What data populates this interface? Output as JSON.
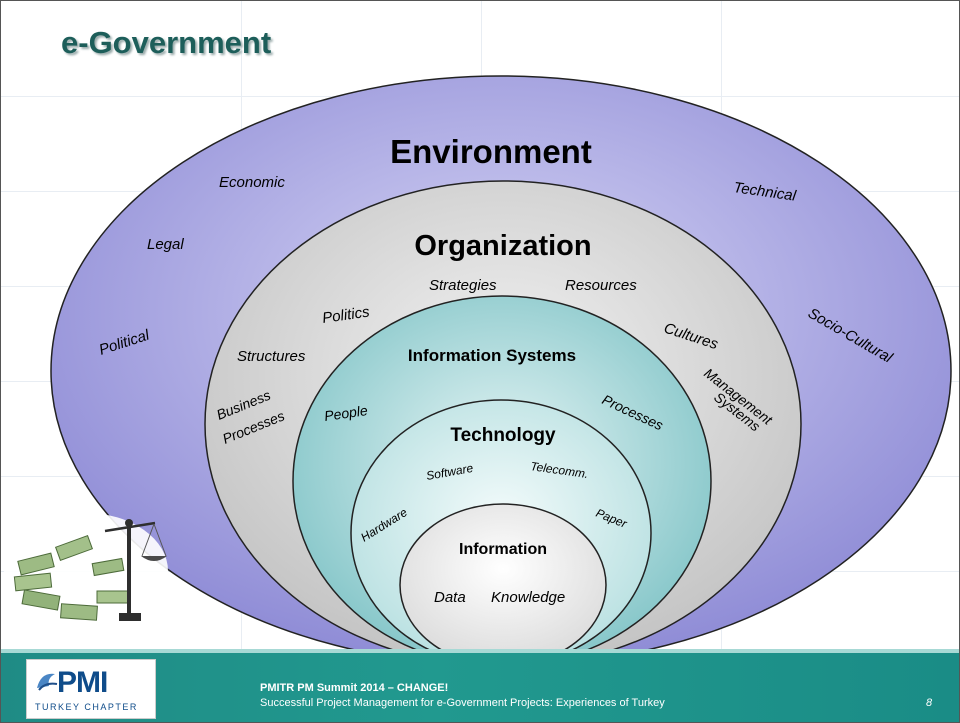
{
  "title": "e-Government",
  "environment": {
    "label": "Environment",
    "factors": {
      "economic": "Economic",
      "technical": "Technical",
      "legal": "Legal",
      "political": "Political",
      "socio_cultural": "Socio-Cultural"
    }
  },
  "organization": {
    "label": "Organization",
    "factors": {
      "strategies": "Strategies",
      "resources": "Resources",
      "politics": "Politics",
      "cultures": "Cultures",
      "structures": "Structures",
      "management": "Management",
      "systems": "Systems",
      "business": "Business",
      "processes": "Processes"
    }
  },
  "information_systems": {
    "label": "Information Systems",
    "factors": {
      "people": "People",
      "processes": "Processes"
    }
  },
  "technology": {
    "label": "Technology",
    "factors": {
      "software": "Software",
      "telecomm": "Telecomm.",
      "hardware": "Hardware",
      "paper": "Paper"
    }
  },
  "information": {
    "label": "Information",
    "factors": {
      "data": "Data",
      "knowledge": "Knowledge"
    }
  },
  "footer": {
    "logo_text": "PMI",
    "logo_sub": "TURKEY CHAPTER",
    "line1": "PMITR PM Summit 2014 – CHANGE!",
    "line2": "Successful Project Management for e-Government Projects: Experiences of Turkey",
    "page_number": "8"
  },
  "colors": {
    "environment_fill": "#b2b1e8",
    "organization_fill": "#d9d9d9",
    "is_fill": "#a9d8d8",
    "technology_fill": "#d5ecec",
    "information_fill": "#f4f4f4",
    "title": "#1d5e5a",
    "footer": "#1f8b85"
  }
}
